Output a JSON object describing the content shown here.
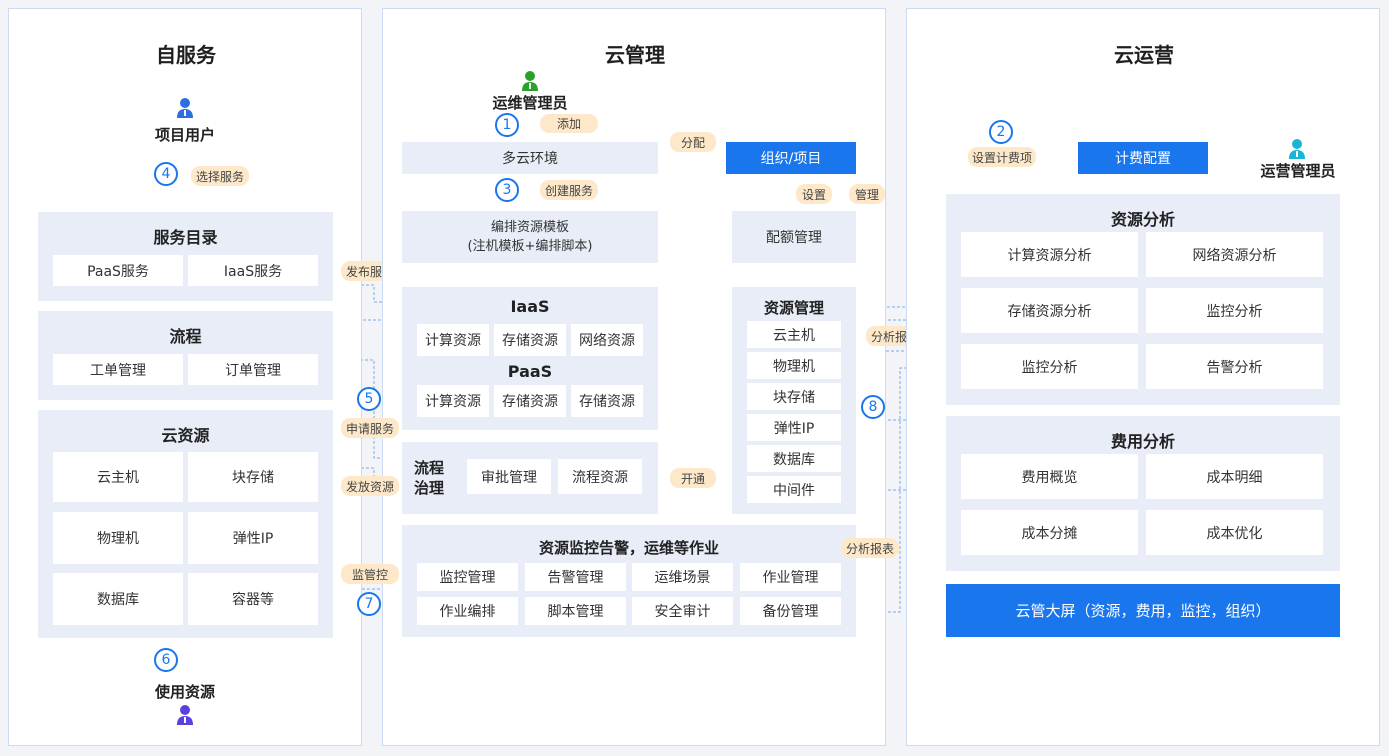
{
  "colors": {
    "accent": "#1976ec",
    "tag_bg": "#fde9c9",
    "group_bg": "#e8edf8",
    "panel_border": "#c9dcf4"
  },
  "left": {
    "title": "自服务",
    "user_label": "项目用户",
    "user_icon": "user-icon",
    "service_catalog": {
      "title": "服务目录",
      "items": [
        "PaaS服务",
        "IaaS服务"
      ]
    },
    "process": {
      "title": "流程",
      "items": [
        "工单管理",
        "订单管理"
      ]
    },
    "cloud_resources": {
      "title": "云资源",
      "items": [
        "云主机",
        "块存储",
        "物理机",
        "弹性IP",
        "数据库",
        "容器等"
      ]
    },
    "use_label": "使用资源"
  },
  "middle": {
    "title": "云管理",
    "admin_label": "运维管理员",
    "multi_cloud": "多云环境",
    "template_line1": "编排资源模板",
    "template_line2": "(注机模板+编排脚本)",
    "iaas": {
      "title": "IaaS",
      "items": [
        "计算资源",
        "存储资源",
        "网络资源"
      ]
    },
    "paas": {
      "title": "PaaS",
      "items": [
        "计算资源",
        "存储资源",
        "存储资源"
      ]
    },
    "flow_gov": {
      "title_line1": "流程",
      "title_line2": "治理",
      "items": [
        "审批管理",
        "流程资源"
      ]
    },
    "monitor": {
      "title": "资源监控告警，运维等作业",
      "items": [
        "监控管理",
        "告警管理",
        "运维场景",
        "作业管理",
        "作业编排",
        "脚本管理",
        "安全审计",
        "备份管理"
      ]
    },
    "org_project": "组织/项目",
    "quota": "配额管理",
    "resource_mgmt": {
      "title": "资源管理",
      "items": [
        "云主机",
        "物理机",
        "块存储",
        "弹性IP",
        "数据库",
        "中间件"
      ]
    }
  },
  "right": {
    "title": "云运营",
    "billing_config": "计费配置",
    "ops_admin_label": "运营管理员",
    "resource_analysis": {
      "title": "资源分析",
      "items": [
        "计算资源分析",
        "网络资源分析",
        "存储资源分析",
        "监控分析",
        "监控分析",
        "告警分析"
      ]
    },
    "cost_analysis": {
      "title": "费用分析",
      "items": [
        "费用概览",
        "成本明细",
        "成本分摊",
        "成本优化"
      ]
    },
    "dashboard": "云管大屏（资源，费用，监控，组织）"
  },
  "tags": {
    "add": "添加",
    "create_service": "创建服务",
    "allocate": "分配",
    "set": "设置",
    "manage": "管理",
    "set_billing": "设置计费项",
    "select_service": "选择服务",
    "publish_service": "发布服务",
    "request_service": "申请服务",
    "issue_resource": "发放资源",
    "activate": "开通",
    "monitor": "监管控",
    "analysis_report_1": "分析报表",
    "analysis_report_2": "分析报表"
  },
  "steps": [
    "1",
    "2",
    "3",
    "4",
    "5",
    "6",
    "7",
    "8"
  ]
}
